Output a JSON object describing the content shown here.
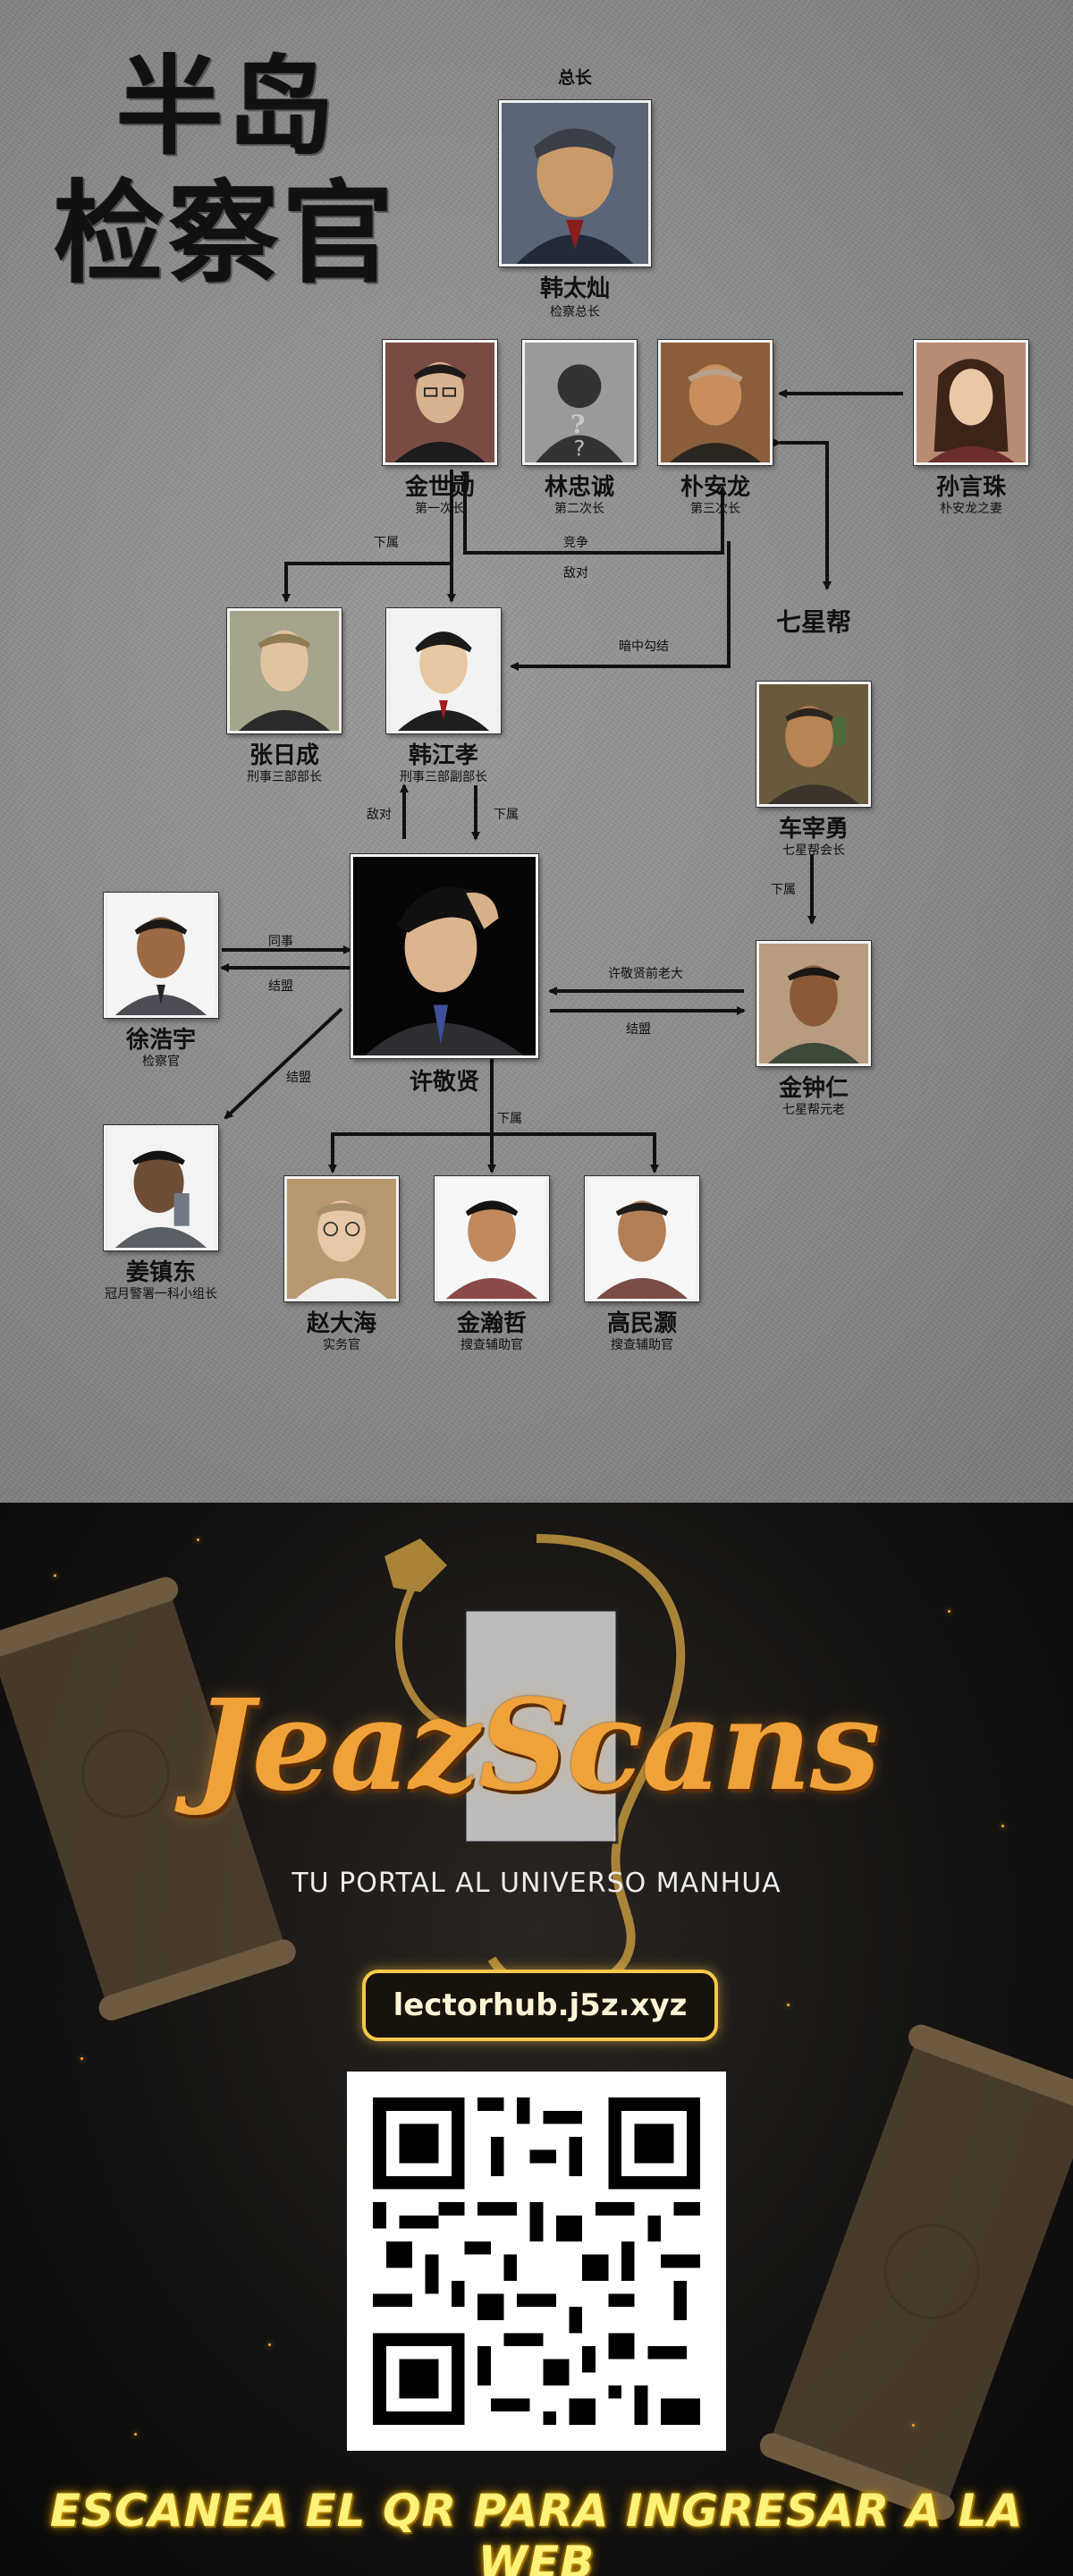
{
  "title": {
    "line1": "半岛",
    "line2": "检察官"
  },
  "nodes": {
    "han_taecan": {
      "name": "韩太灿",
      "role": "检察总长",
      "top_label": "总长"
    },
    "kim_shixun": {
      "name": "金世勋",
      "role": "第一次长"
    },
    "lin_zhongcheng": {
      "name": "林忠诚",
      "role": "第二次长"
    },
    "park_anlong": {
      "name": "朴安龙",
      "role": "第三次长"
    },
    "sun_yanzhu": {
      "name": "孙言珠",
      "role": "朴安龙之妻"
    },
    "zhang_richeng": {
      "name": "张日成",
      "role": "刑事三部部长"
    },
    "han_jiangxiao": {
      "name": "韩江孝",
      "role": "刑事三部副部长"
    },
    "che_zaiyong": {
      "name": "车宰勇",
      "role": "七星帮会长"
    },
    "xu_haoyu": {
      "name": "徐浩宇",
      "role": "检察官"
    },
    "xu_jingxian": {
      "name": "许敬贤",
      "role": ""
    },
    "kim_zhongren": {
      "name": "金钟仁",
      "role": "七星帮元老"
    },
    "jiang_zhendong": {
      "name": "姜镇东",
      "role": "冠月警署一科小组长"
    },
    "zhao_dahai": {
      "name": "赵大海",
      "role": "实务官"
    },
    "kim_hanzhe": {
      "name": "金瀚哲",
      "role": "搜查辅助官"
    },
    "gao_minhao": {
      "name": "高民灏",
      "role": "搜查辅助官"
    }
  },
  "group_label": "七星帮",
  "edge_labels": {
    "kim_down": "下属",
    "rivalry": "竞争",
    "hostile1": "敌对",
    "secret": "暗中勾结",
    "hostile2": "敌对",
    "han_down": "下属",
    "che_down": "下属",
    "colleague": "同事",
    "alliance1": "结盟",
    "xu_old_boss": "许敬贤前老大",
    "alliance2": "结盟",
    "alliance3": "结盟",
    "xu_down": "下属"
  },
  "unknown_mark": "?",
  "promo": {
    "logo": "JeazScans",
    "tagline": "TU PORTAL AL UNIVERSO MANHUA",
    "url": "lectorhub.j5z.xyz",
    "scan_text": "ESCANEA EL QR PARA INGRESAR A LA WEB"
  },
  "colors": {
    "chart_bg": "#8c8c8c",
    "promo_bg": "#151311",
    "logo": "#f0a23a",
    "scan_text": "#fff27a",
    "pill_border": "#f4c84a"
  }
}
